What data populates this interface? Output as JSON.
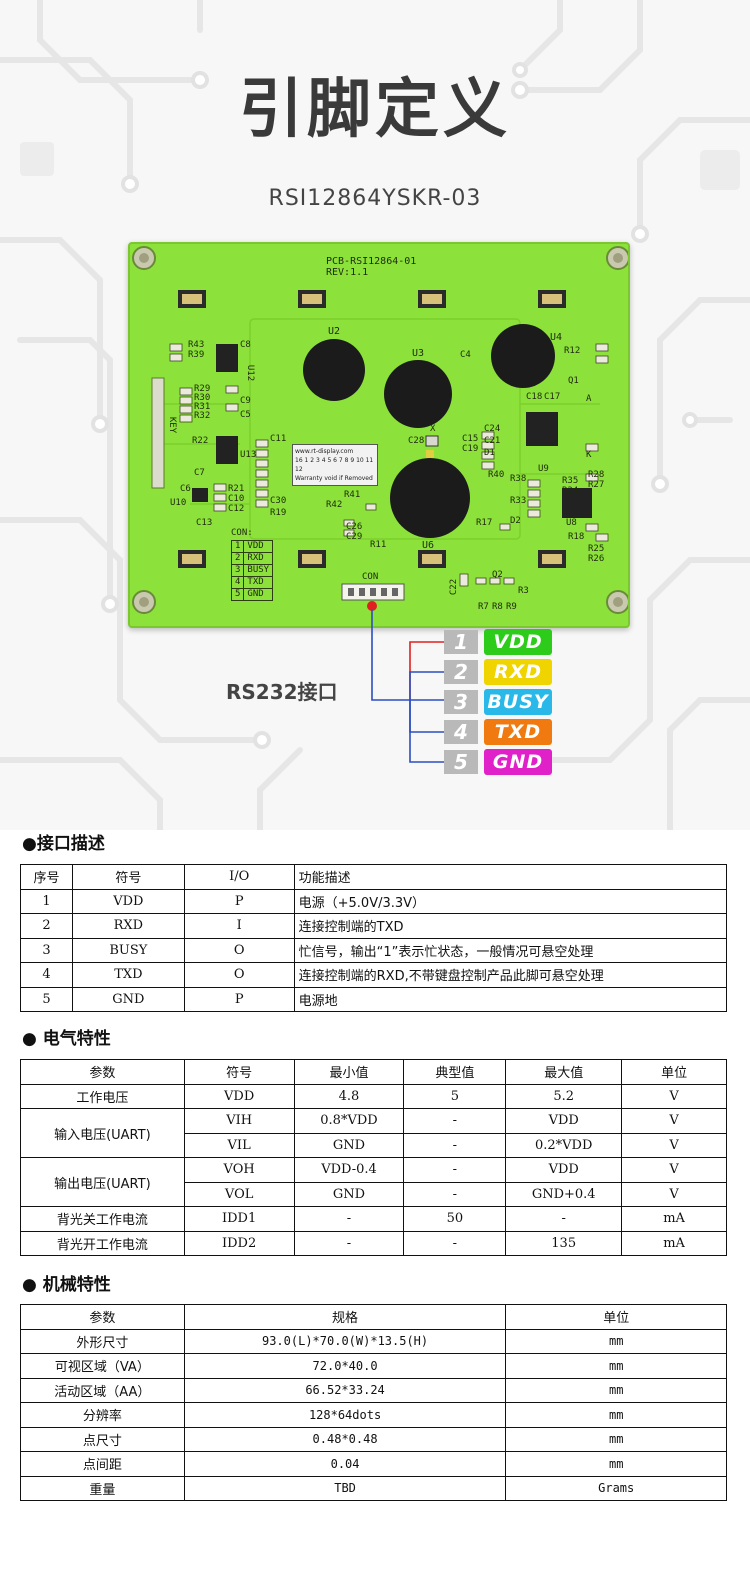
{
  "hero": {
    "title": "引脚定义",
    "model": "RSI12864YSKR-03"
  },
  "pcb": {
    "pcb_label": "PCB-RSI12864-01",
    "rev_label": "REV:1.1",
    "chips": [
      "U2",
      "U3",
      "U4",
      "U6"
    ],
    "parts": [
      "R43",
      "R39",
      "C8",
      "U12",
      "R29",
      "R30",
      "R31",
      "R32",
      "C9",
      "C5",
      "R22",
      "C11",
      "U13",
      "C7",
      "C6",
      "R21",
      "R42",
      "C10",
      "C12",
      "C13",
      "U10",
      "R19",
      "C30",
      "R41",
      "C26",
      "C29",
      "R11",
      "C28",
      "X",
      "C4",
      "R12",
      "Q1",
      "C18",
      "C17",
      "U9",
      "R28",
      "R27",
      "R38",
      "R40",
      "R33",
      "R35",
      "R34",
      "D2",
      "U8",
      "R18",
      "R25",
      "R26",
      "Q2",
      "R7",
      "R8",
      "R9",
      "C22",
      "R3",
      "KEY",
      "C24",
      "C21",
      "D1",
      "C19",
      "C15",
      "R17",
      "A",
      "K"
    ],
    "con_header": "CON:",
    "con_rows": [
      {
        "num": "1",
        "sig": "VDD"
      },
      {
        "num": "2",
        "sig": "RXD"
      },
      {
        "num": "3",
        "sig": "BUSY"
      },
      {
        "num": "4",
        "sig": "TXD"
      },
      {
        "num": "5",
        "sig": "GND"
      }
    ],
    "con_label": "CON",
    "warranty_url": "www.rt-display.com",
    "warranty_nums": "16 1 2 3 4 5 6 7 8 9 10 11 12",
    "warranty_text": "Warranty void if Removed"
  },
  "pinout": {
    "interface_label": "RS232接口",
    "pins": [
      {
        "num": "1",
        "name": "VDD",
        "color": "#2ecc1a"
      },
      {
        "num": "2",
        "name": "RXD",
        "color": "#f0d400"
      },
      {
        "num": "3",
        "name": "BUSY",
        "color": "#29b8e8"
      },
      {
        "num": "4",
        "name": "TXD",
        "color": "#f07a10"
      },
      {
        "num": "5",
        "name": "GND",
        "color": "#e020c8"
      }
    ]
  },
  "interface": {
    "title": "●接口描述",
    "headers": [
      "序号",
      "符号",
      "I/O",
      "功能描述"
    ],
    "rows": [
      [
        "1",
        "VDD",
        "P",
        "电源（+5.0V/3.3V）"
      ],
      [
        "2",
        "RXD",
        "I",
        "连接控制端的TXD"
      ],
      [
        "3",
        "BUSY",
        "O",
        "忙信号，输出“1”表示忙状态，一般情况可悬空处理"
      ],
      [
        "4",
        "TXD",
        "O",
        "连接控制端的RXD,不带键盘控制产品此脚可悬空处理"
      ],
      [
        "5",
        "GND",
        "P",
        "电源地"
      ]
    ]
  },
  "electrical": {
    "title": "● 电气特性",
    "headers": [
      "参数",
      "符号",
      "最小值",
      "典型值",
      "最大值",
      "单位"
    ],
    "r_work": [
      "工作电压",
      "VDD",
      "4.8",
      "5",
      "5.2",
      "V"
    ],
    "input_label": "输入电压(UART)",
    "r_vih": [
      "VIH",
      "0.8*VDD",
      "-",
      "VDD",
      "V"
    ],
    "r_vil": [
      "VIL",
      "GND",
      "-",
      "0.2*VDD",
      "V"
    ],
    "output_label": "输出电压(UART)",
    "r_voh": [
      "VOH",
      "VDD-0.4",
      "-",
      "VDD",
      "V"
    ],
    "r_vol": [
      "VOL",
      "GND",
      "-",
      "GND+0.4",
      "V"
    ],
    "r_bl_off": [
      "背光关工作电流",
      "IDD1",
      "-",
      "50",
      "-",
      "mA"
    ],
    "r_bl_on": [
      "背光开工作电流",
      "IDD2",
      "-",
      "-",
      "135",
      "mA"
    ]
  },
  "mechanical": {
    "title": "●  机械特性",
    "headers": [
      "参数",
      "规格",
      "单位"
    ],
    "rows": [
      [
        "外形尺寸",
        "93.0(L)*70.0(W)*13.5(H)",
        "mm"
      ],
      [
        "可视区域（VA）",
        "72.0*40.0",
        "mm"
      ],
      [
        "活动区域（AA）",
        "66.52*33.24",
        "mm"
      ],
      [
        "分辨率",
        "128*64dots",
        "mm"
      ],
      [
        "点尺寸",
        "0.48*0.48",
        "mm"
      ],
      [
        "点间距",
        "0.04",
        "mm"
      ],
      [
        "重量",
        "TBD",
        "Grams"
      ]
    ]
  }
}
